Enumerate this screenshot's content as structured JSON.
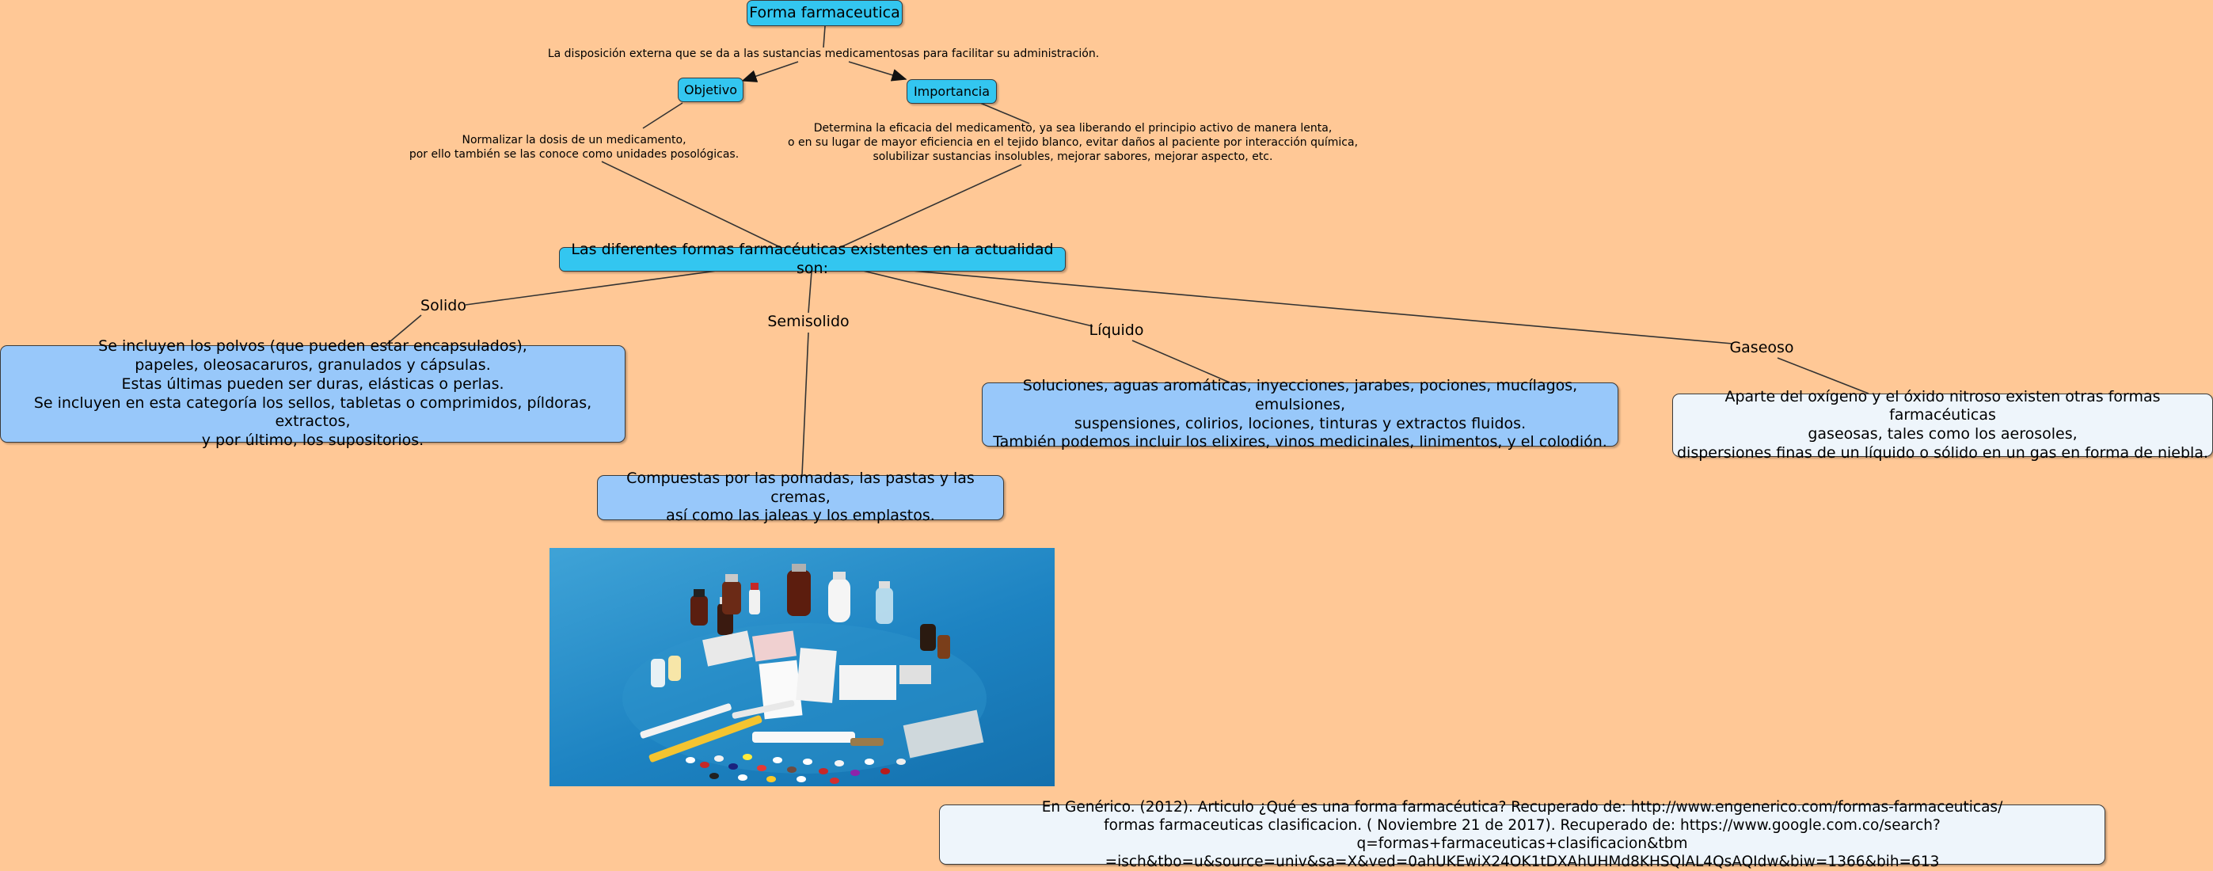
{
  "map": {
    "root": "Forma farmaceutica",
    "definition": "La disposición externa que se da a las sustancias medicamentosas para facilitar su administración.",
    "objetivo": {
      "title": "Objetivo",
      "text": "Normalizar la dosis de un medicamento,\npor ello también se las conoce como unidades posológicas."
    },
    "importancia": {
      "title": "Importancia",
      "text": "Determina la eficacia del medicamento, ya sea liberando el principio activo de manera lenta,\no en su lugar de mayor eficiencia en el tejido blanco, evitar daños al paciente por interacción química,\nsolubilizar sustancias insolubles, mejorar sabores, mejorar aspecto, etc."
    },
    "central": "Las diferentes formas farmacéuticas existentes en la actualidad son:",
    "branches": {
      "solido": {
        "label": "Solido",
        "text": "Se incluyen los polvos (que pueden estar encapsulados),\npapeles, oleosacaruros, granulados y cápsulas.\nEstas últimas pueden ser duras, elásticas o perlas.\nSe incluyen en esta categoría los sellos, tabletas o comprimidos, píldoras, extractos,\ny por último, los supositorios."
      },
      "semisolido": {
        "label": "Semisolido",
        "text": "Compuestas por las pomadas, las pastas y las cremas,\nasí como las jaleas y los emplastos."
      },
      "liquido": {
        "label": "Líquido",
        "text": "Soluciones, aguas aromáticas, inyecciones, jarabes, pociones, mucílagos, emulsiones,\nsuspensiones, colirios, lociones, tinturas y extractos fluidos.\nTambién podemos incluir los elixires, vinos medicinales, linimentos, y el colodión."
      },
      "gaseoso": {
        "label": "Gaseoso",
        "text": "Aparte del oxígeno y el óxido nitroso existen otras formas farmacéuticas\ngaseosas, tales como los aerosoles,\ndispersiones finas de un líquido o sólido en un gas en forma de niebla."
      }
    },
    "reference": "En Genérico. (2012). Articulo ¿Qué es una forma farmacéutica? Recuperado de: http://www.engenerico.com/formas-farmaceuticas/\nformas farmaceuticas clasificacion. ( Noviembre 21 de 2017).  Recuperado de:  https://www.google.com.co/search?q=formas+farmaceuticas+clasificacion&tbm\n=isch&tbo=u&source=univ&sa=X&ved=0ahUKEwiX24OK1tDXAhUHMd8KHSQlAL4QsAQIdw&biw=1366&bih=613"
  },
  "colors": {
    "background": "#ffc896",
    "concept_cyan": "#33c6f0",
    "box_blue": "#98c8fa",
    "box_pale": "#eef5fb",
    "link_line": "#333333"
  }
}
